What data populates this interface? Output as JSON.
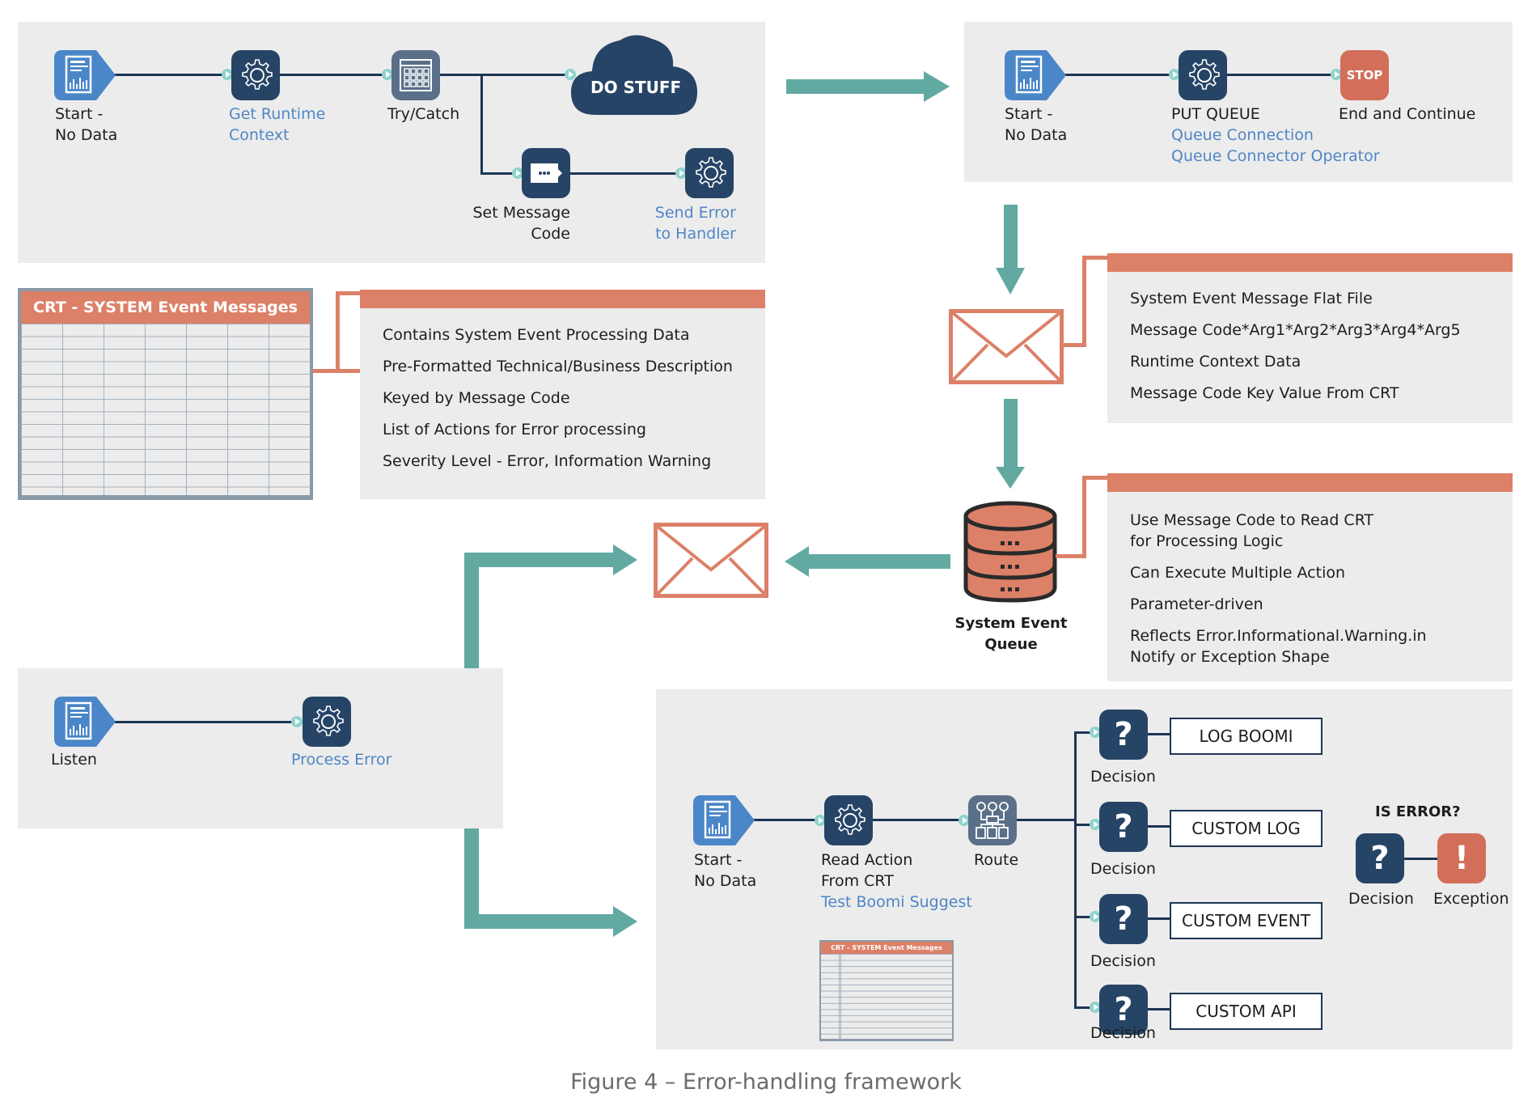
{
  "caption": "Figure 4 – Error-handling framework",
  "colors": {
    "panel": "#ececec",
    "navy": "#264466",
    "start_blue": "#4a86c8",
    "teal_arrow": "#62a9a2",
    "salmon": "#dc8068",
    "stop_red": "#d26e59",
    "link_blue": "#4f86c6"
  },
  "process_top_left": {
    "start": {
      "line1": "Start -",
      "line2": "No Data"
    },
    "runtime": {
      "line1": "Get Runtime",
      "line2": "Context"
    },
    "trycatch": {
      "label": "Try/Catch"
    },
    "dostuff": {
      "label": "DO STUFF"
    },
    "setmsg": {
      "line1": "Set Message",
      "line2": "Code"
    },
    "senderr": {
      "line1": "Send Error",
      "line2": "to Handler"
    }
  },
  "process_top_right": {
    "start": {
      "line1": "Start -",
      "line2": "No Data"
    },
    "putqueue": {
      "label": "PUT QUEUE",
      "sub1": "Queue Connection",
      "sub2": "Queue Connector Operator"
    },
    "stop": {
      "icon_text": "STOP",
      "label": "End and Continue"
    }
  },
  "crt_table": {
    "title": "CRT - SYSTEM Event Messages",
    "columns": 7,
    "rows": 14
  },
  "crt_info": {
    "items": [
      "Contains System Event Processing Data",
      "Pre-Formatted Technical/Business Description",
      "Keyed by Message Code",
      "List of Actions for Error processing",
      "Severity Level - Error, Information Warning"
    ]
  },
  "message_info": {
    "items": [
      "System Event Message Flat File",
      "Message Code*Arg1*Arg2*Arg3*Arg4*Arg5",
      "Runtime Context Data",
      "Message Code Key Value From CRT"
    ]
  },
  "queue": {
    "label_line1": "System Event",
    "label_line2": "Queue"
  },
  "queue_info": {
    "items": [
      {
        "line1": "Use Message Code to Read CRT",
        "line2": "for Processing Logic"
      },
      {
        "line1": "Can Execute Multiple Action",
        "line2": ""
      },
      {
        "line1": "Parameter-driven",
        "line2": ""
      },
      {
        "line1": "Reflects Error.Informational.Warning.in",
        "line2": "Notify or Exception Shape"
      }
    ]
  },
  "listen_process": {
    "listen": {
      "label": "Listen"
    },
    "process_error": {
      "label": "Process Error"
    }
  },
  "handler_process": {
    "start": {
      "line1": "Start -",
      "line2": "No Data"
    },
    "read_action": {
      "line1": "Read Action",
      "line2": "From CRT",
      "sub": "Test Boomi Suggest"
    },
    "route": {
      "label": "Route"
    },
    "small_table_title": "CRT - SYSTEM Event Messages",
    "decisions": [
      {
        "label": "Decision",
        "action": "LOG BOOMI"
      },
      {
        "label": "Decision",
        "action": "CUSTOM LOG"
      },
      {
        "label": "Decision",
        "action": "CUSTOM EVENT"
      },
      {
        "label": "Decision",
        "action": "CUSTOM API"
      }
    ],
    "is_error": {
      "title": "IS ERROR?",
      "decision_label": "Decision",
      "exception_label": "Exception"
    }
  }
}
